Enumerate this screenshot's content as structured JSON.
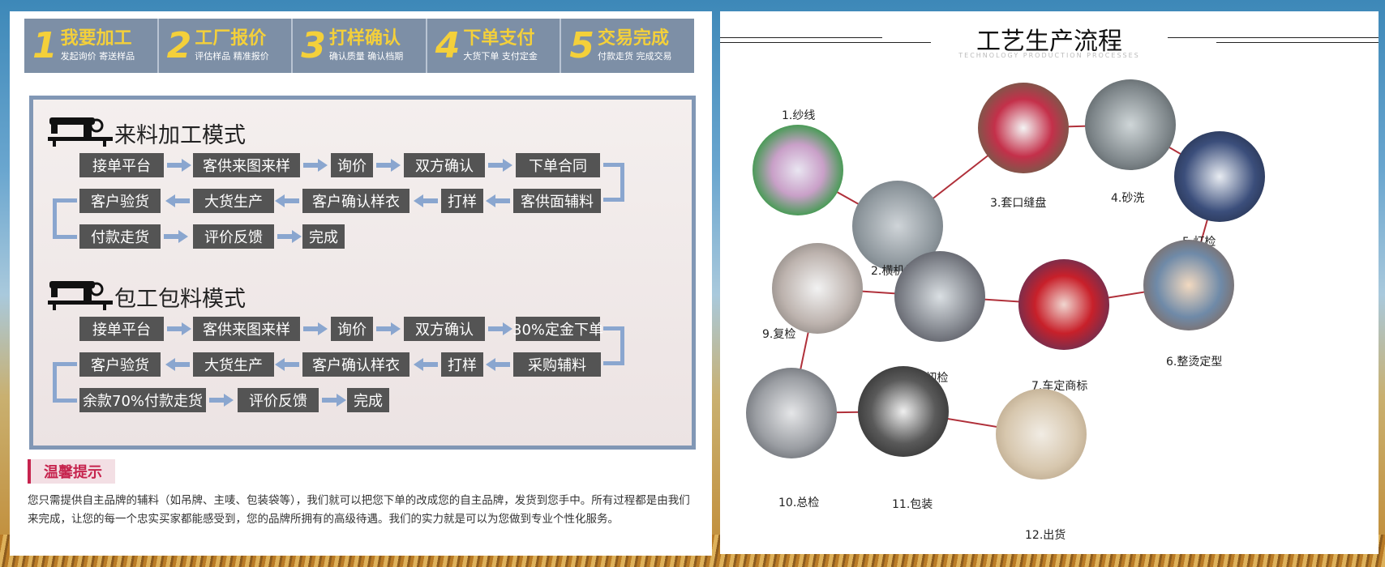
{
  "steps": [
    {
      "num": "1",
      "title": "我要加工",
      "sub": "发起询价 寄送样品"
    },
    {
      "num": "2",
      "title": "工厂报价",
      "sub": "评估样品 精准报价"
    },
    {
      "num": "3",
      "title": "打样确认",
      "sub": "确认质量 确认档期"
    },
    {
      "num": "4",
      "title": "下单支付",
      "sub": "大货下单 支付定金"
    },
    {
      "num": "5",
      "title": "交易完成",
      "sub": "付款走货 完成交易"
    }
  ],
  "mode1": {
    "title": "来料加工模式",
    "row1": [
      "接单平台",
      "客供来图来样",
      "询价",
      "双方确认",
      "下单合同"
    ],
    "row2": [
      "客户验货",
      "大货生产",
      "客户确认样衣",
      "打样",
      "客供面辅料"
    ],
    "row3": [
      "付款走货",
      "评价反馈",
      "完成"
    ]
  },
  "mode2": {
    "title": "包工包料模式",
    "row1": [
      "接单平台",
      "客供来图来样",
      "询价",
      "双方确认",
      "30%定金下单"
    ],
    "row2": [
      "客户验货",
      "大货生产",
      "客户确认样衣",
      "打样",
      "采购辅料"
    ],
    "row3": [
      "余款70%付款走货",
      "评价反馈",
      "完成"
    ]
  },
  "tip": {
    "title": "温馨提示",
    "text": "您只需提供自主品牌的辅料（如吊牌、主唛、包装袋等），我们就可以把您下单的改成您的自主品牌，发货到您手中。所有过程都是由我们来完成，让您的每一个忠实买家都能感受到，您的品牌所拥有的高级待遇。我们的实力就是可以为您做到专业个性化服务。"
  },
  "process": {
    "title": "工艺生产流程",
    "subtitle": "TECHNOLOGY PRODUCTION PROCESSES",
    "labels": [
      "1.纱线",
      "2.横机编织",
      "3.套口缝盘",
      "4.砂洗",
      "5.灯检",
      "6.整烫定型",
      "7.车定商标",
      "8.初检",
      "9.复检",
      "10.总检",
      "11.包装",
      "12.出货"
    ]
  },
  "colors": {
    "step_bg": "#7d8fa6",
    "step_text": "#f4d03a",
    "box": "#545454",
    "arrow": "#8aa6cf",
    "tip": "#c6244e",
    "link": "#b0303a"
  }
}
